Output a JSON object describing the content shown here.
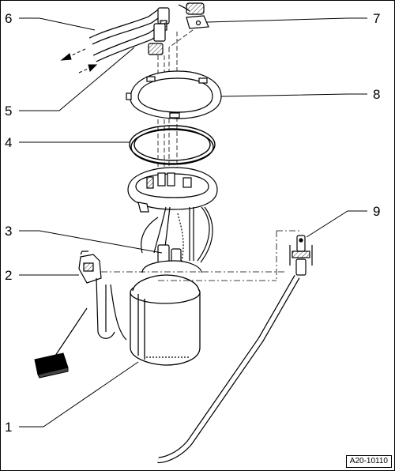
{
  "callouts": [
    {
      "id": "1",
      "label": "1"
    },
    {
      "id": "2",
      "label": "2"
    },
    {
      "id": "3",
      "label": "3"
    },
    {
      "id": "4",
      "label": "4"
    },
    {
      "id": "5",
      "label": "5"
    },
    {
      "id": "6",
      "label": "6"
    },
    {
      "id": "7",
      "label": "7"
    },
    {
      "id": "8",
      "label": "8"
    },
    {
      "id": "9",
      "label": "9"
    }
  ],
  "reference_code": "A20-10110"
}
